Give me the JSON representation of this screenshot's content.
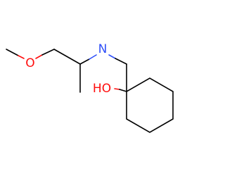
{
  "molecule": {
    "atoms": {
      "methoxy_o": "O",
      "amine_n": "N",
      "hydroxyl": "HO"
    },
    "colors": {
      "oxygen": "#ff0d0d",
      "nitrogen": "#3050f8",
      "carbon": "#000000"
    }
  }
}
